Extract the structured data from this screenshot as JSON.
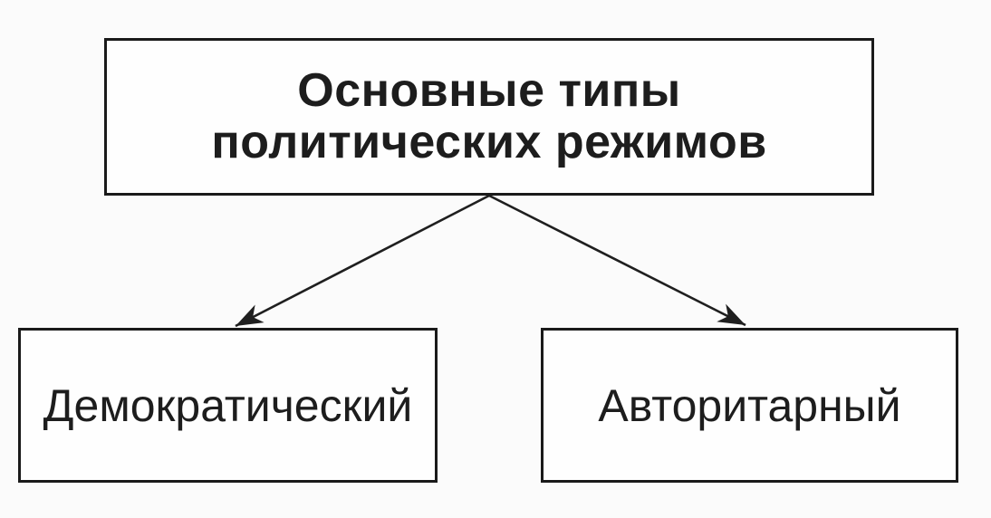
{
  "diagram": {
    "type": "flowchart",
    "root": {
      "id": "root",
      "label": "Основные типы политических режимов",
      "lines": [
        "Основные типы",
        "политических режимов"
      ]
    },
    "children": [
      {
        "id": "democratic",
        "label": "Демократический"
      },
      {
        "id": "authoritarian",
        "label": "Авторитарный"
      }
    ],
    "edges": [
      {
        "from": "root",
        "to": "democratic"
      },
      {
        "from": "root",
        "to": "authoritarian"
      }
    ],
    "colors": {
      "background": "#fbfbfb",
      "box_fill": "#fefefe",
      "border": "#1a1a1a",
      "text": "#1d1d1d",
      "arrow": "#1f1f1f"
    }
  }
}
